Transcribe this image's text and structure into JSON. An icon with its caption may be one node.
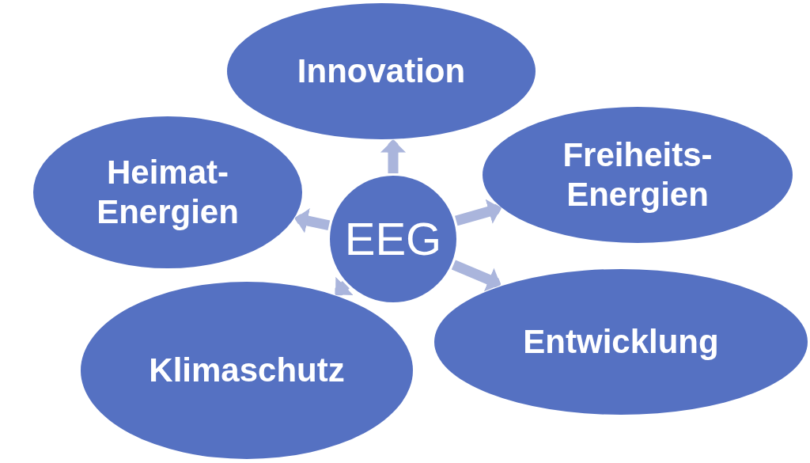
{
  "diagram": {
    "nodes": [
      {
        "text": [
          "EEG"
        ]
      },
      {
        "text": [
          "Innovation"
        ]
      },
      {
        "text": [
          "Freiheits- Energien"
        ]
      },
      {
        "text": [
          "Entwicklung"
        ]
      },
      {
        "text": [
          "Klimaschutz"
        ]
      },
      {
        "text": [
          "Heimat- Energien"
        ]
      }
    ],
    "edges": [
      {
        "from": 0,
        "to": 1,
        "arrow": "to"
      },
      {
        "from": 0,
        "to": 2,
        "arrow": "to"
      },
      {
        "from": 0,
        "to": 3,
        "arrow": "to"
      },
      {
        "from": 0,
        "to": 4,
        "arrow": "to"
      },
      {
        "from": 0,
        "to": 5,
        "arrow": "to"
      }
    ]
  }
}
